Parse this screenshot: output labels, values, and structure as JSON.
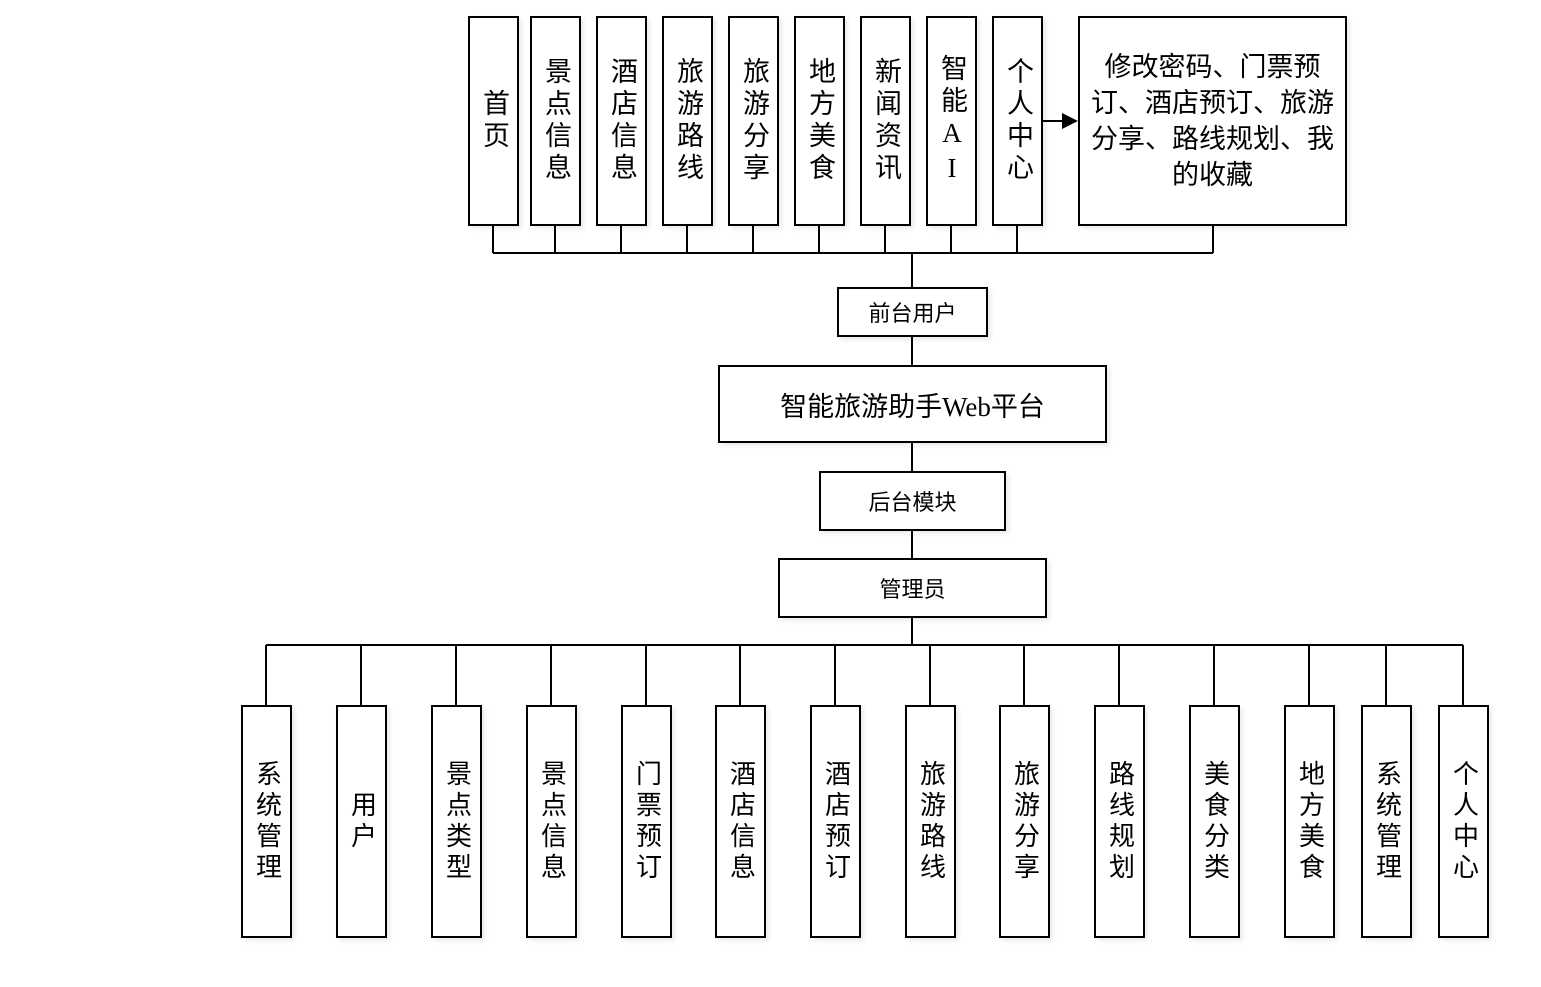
{
  "title": "智能旅游助手Web平台",
  "front": {
    "label": "前台用户",
    "modules": [
      "首页",
      "景点信息",
      "酒店信息",
      "旅游路线",
      "旅游分享",
      "地方美食",
      "新闻资讯",
      "智能AI",
      "个人中心"
    ],
    "personal_center_detail": "修改密码、门票预订、酒店预订、旅游分享、路线规划、我的收藏"
  },
  "back": {
    "label": "后台模块",
    "admin_label": "管理员",
    "modules": [
      "系统管理",
      "用户",
      "景点类型",
      "景点信息",
      "门票预订",
      "酒店信息",
      "酒店预订",
      "旅游路线",
      "旅游分享",
      "路线规划",
      "美食分类",
      "地方美食",
      "系统管理",
      "个人中心"
    ]
  }
}
